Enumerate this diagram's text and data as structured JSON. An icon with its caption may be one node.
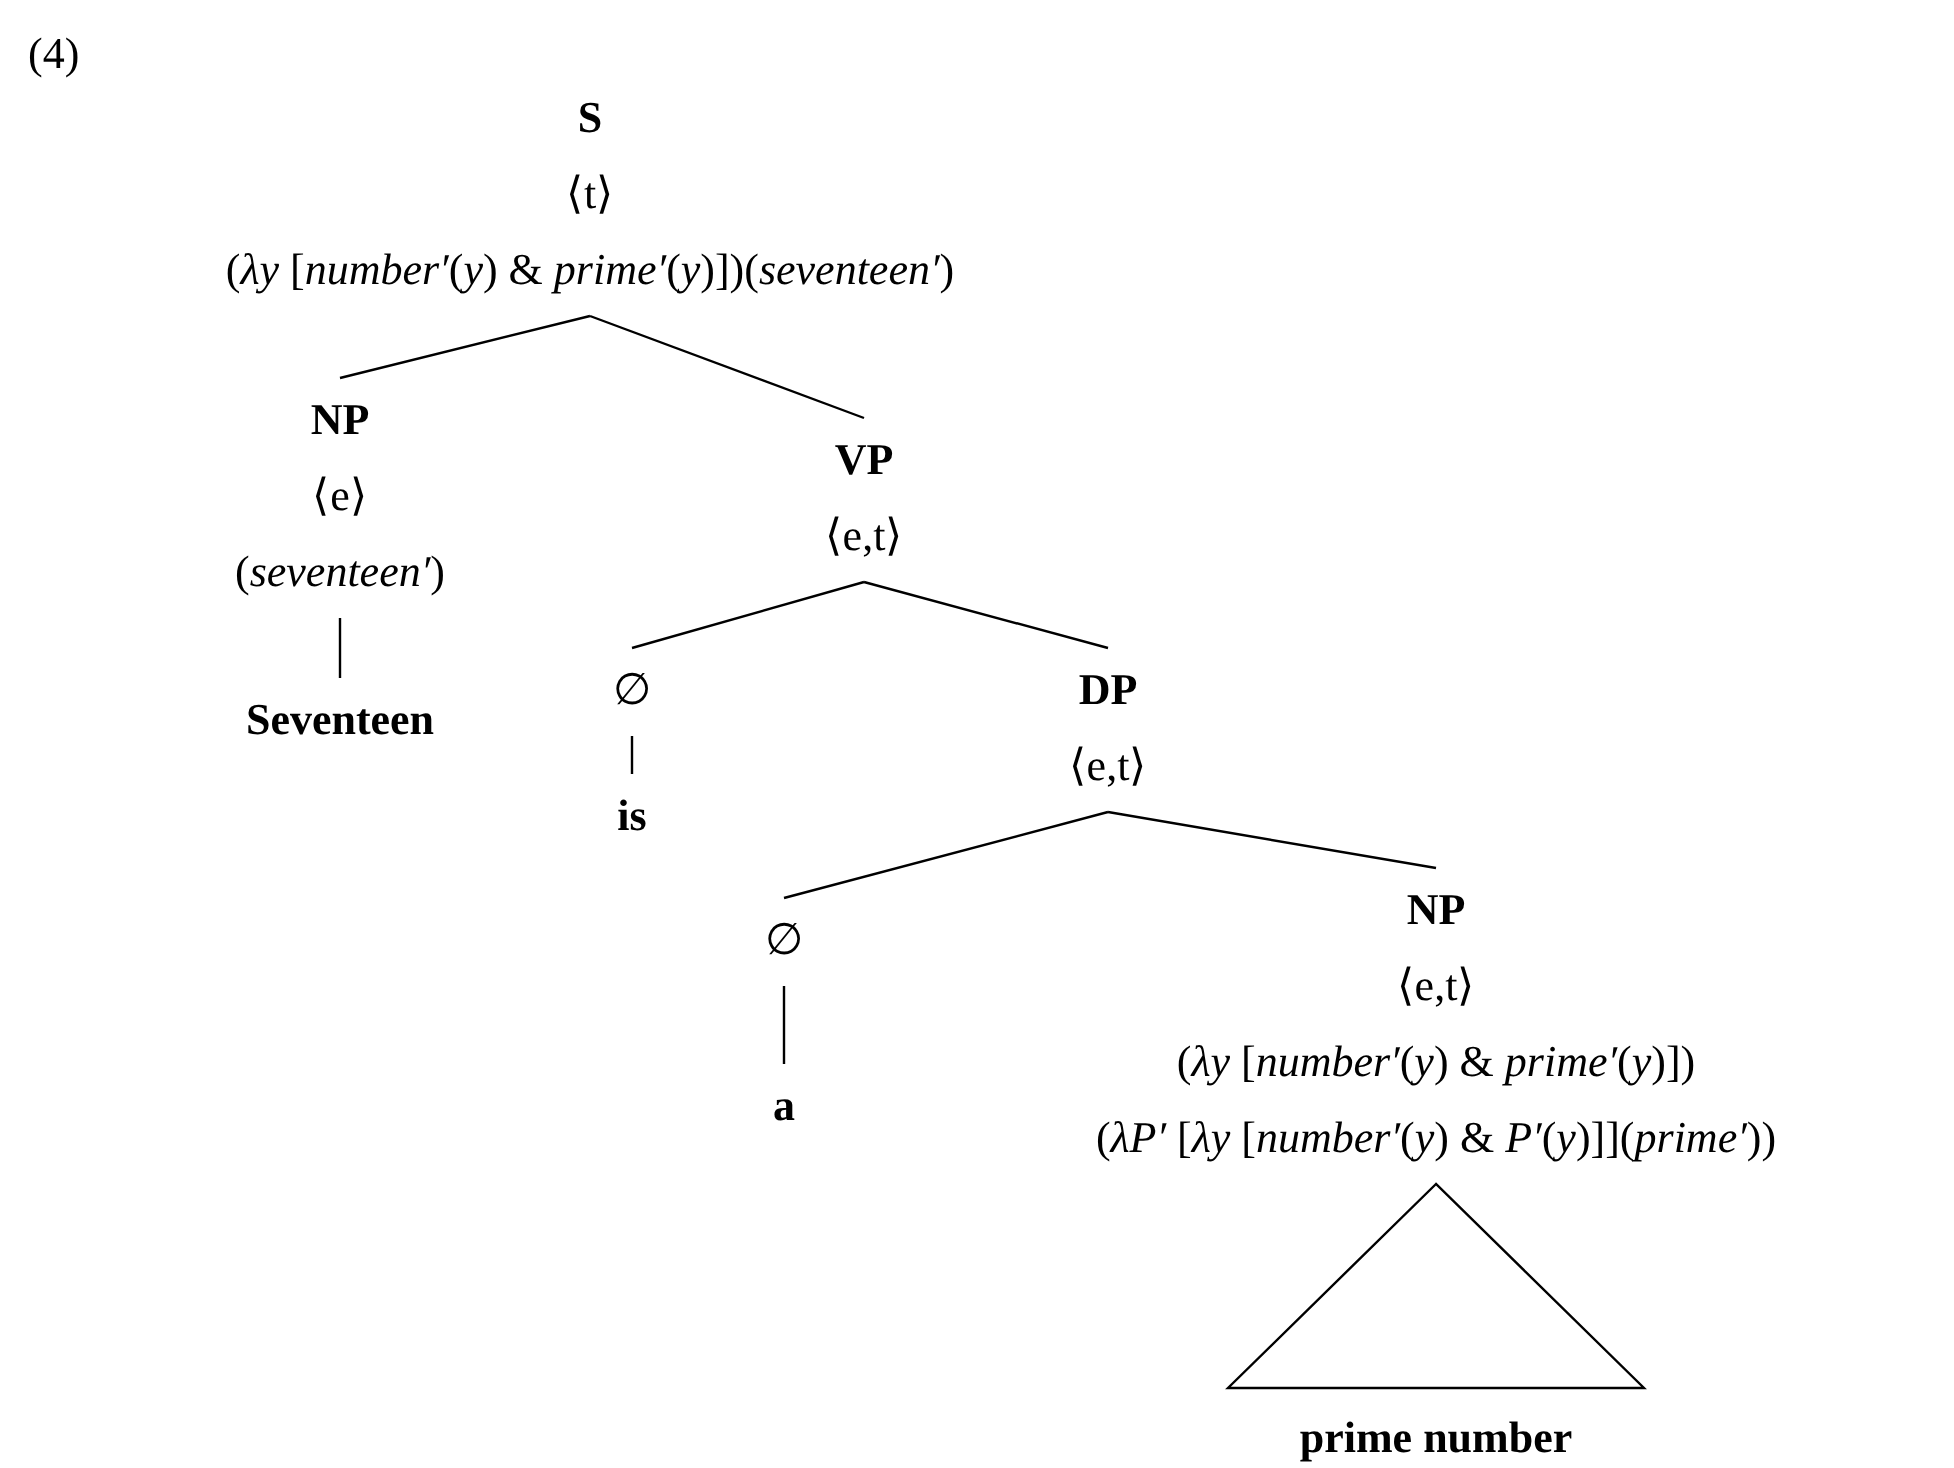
{
  "diagram": {
    "nodes": [
      {
        "text": [
          "S",
          "⟨t⟩",
          "(*λy* [*number′*(*y*) & *prime′*(*y*)])(*seventeen′*)"
        ]
      },
      {
        "text": [
          "NP",
          "⟨e⟩",
          "(*seventeen′*)"
        ]
      },
      {
        "text": [
          "Seventeen"
        ]
      },
      {
        "text": [
          "VP",
          "⟨e,t⟩"
        ]
      },
      {
        "text": [
          "∅"
        ]
      },
      {
        "text": [
          "is"
        ]
      },
      {
        "text": [
          "DP",
          "⟨e,t⟩"
        ]
      },
      {
        "text": [
          "∅"
        ]
      },
      {
        "text": [
          "a"
        ]
      },
      {
        "text": [
          "NP",
          "⟨e,t⟩",
          "(*λy* [*number′*(*y*) & *prime′*(*y*)])",
          "(*λP′* [*λy* [*number′*(*y*) & *P′*(*y*)]](*prime′*))"
        ]
      },
      {
        "text": [
          "prime number"
        ]
      }
    ],
    "edges": [
      {
        "from": 0,
        "to": 1,
        "arrow": "none"
      },
      {
        "from": 0,
        "to": 3,
        "arrow": "none"
      },
      {
        "from": 1,
        "to": 2,
        "arrow": "none"
      },
      {
        "from": 3,
        "to": 4,
        "arrow": "none"
      },
      {
        "from": 3,
        "to": 6,
        "arrow": "none"
      },
      {
        "from": 4,
        "to": 5,
        "arrow": "none"
      },
      {
        "from": 6,
        "to": 7,
        "arrow": "none"
      },
      {
        "from": 6,
        "to": 9,
        "arrow": "none"
      },
      {
        "from": 7,
        "to": 8,
        "arrow": "none"
      },
      {
        "from": 9,
        "to": 10,
        "arrow": "none"
      }
    ],
    "labels": [
      "(4)"
    ]
  }
}
